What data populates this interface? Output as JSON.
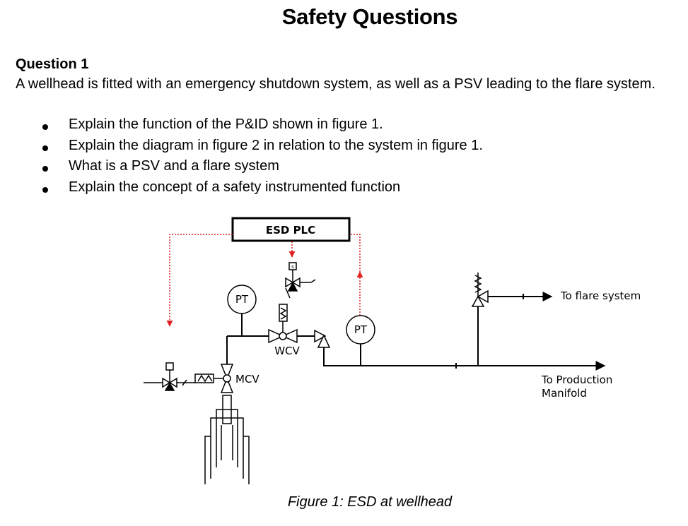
{
  "document": {
    "title": "Safety Questions",
    "question_heading": "Question 1",
    "question_intro": "A wellhead is fitted with an emergency shutdown system, as well as a PSV leading to the flare system.",
    "bullets": [
      "Explain the function of the P&ID shown in figure 1.",
      "Explain the diagram in figure 2 in relation to the system in figure 1.",
      "What is a PSV and a flare system",
      "Explain the concept of a safety instrumented function"
    ]
  },
  "figure": {
    "caption": "Figure 1: ESD at wellhead",
    "labels": {
      "plc": "ESD PLC",
      "pt_left": "PT",
      "pt_right": "PT",
      "wcv": "WCV",
      "mcv": "MCV",
      "flare": "To flare system",
      "production_line1": "To Production",
      "production_line2": "Manifold",
      "solenoid_letter": "s"
    },
    "colors": {
      "signal_line": "#e02020",
      "process_line": "#000000"
    }
  }
}
